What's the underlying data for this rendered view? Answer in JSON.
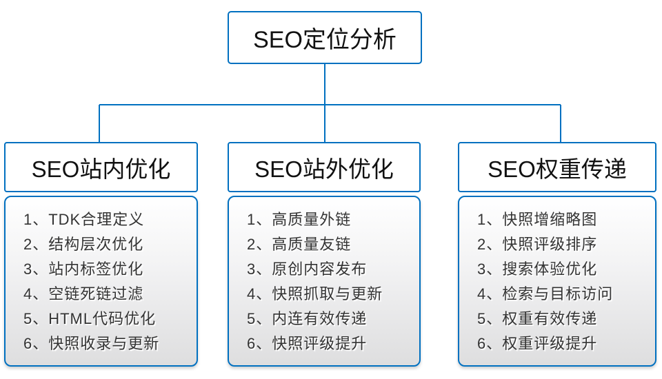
{
  "root": {
    "label": "SEO定位分析"
  },
  "branches": [
    {
      "header": "SEO站内优化",
      "items": [
        "1、TDK合理定义",
        "2、结构层次优化",
        "3、站内标签优化",
        "4、空链死链过滤",
        "5、HTML代码优化",
        "6、快照收录与更新"
      ]
    },
    {
      "header": "SEO站外优化",
      "items": [
        "1、高质量外链",
        "2、高质量友链",
        "3、原创内容发布",
        "4、快照抓取与更新",
        "5、内连有效传递",
        "6、快照评级提升"
      ]
    },
    {
      "header": "SEO权重传递",
      "items": [
        "1、快照增缩略图",
        "2、快照评级排序",
        "3、搜索体验优化",
        "4、检索与目标访问",
        "5、权重有效传递",
        "6、权重评级提升"
      ]
    }
  ],
  "colors": {
    "accent": "#0070c0",
    "item_text": "#333333",
    "panel_gradient_top": "#ffffff",
    "panel_gradient_bottom": "#dededf"
  }
}
